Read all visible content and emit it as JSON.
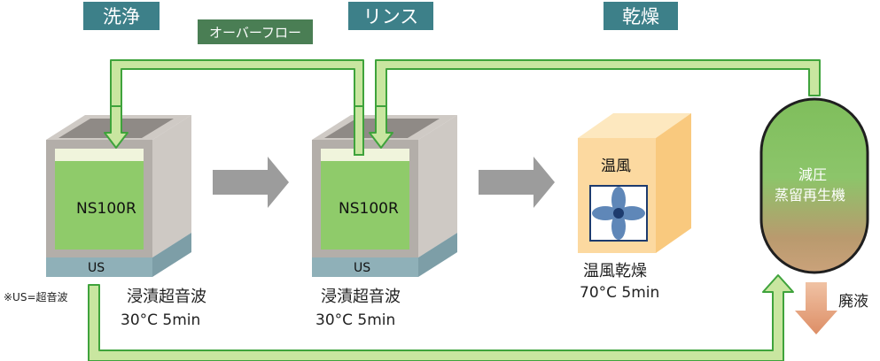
{
  "headers": {
    "wash": "洗浄",
    "rinse": "リンス",
    "dry": "乾燥"
  },
  "overflow_tag": "オーバーフロー",
  "tank1": {
    "liquid": "NS100R",
    "base": "US",
    "caption_line1": "浸漬超音波",
    "caption_line2": "30°C  5min"
  },
  "tank2": {
    "liquid": "NS100R",
    "base": "US",
    "caption_line1": "浸漬超音波",
    "caption_line2": "30°C  5min"
  },
  "dryer": {
    "box_label": "温風",
    "caption_line1": "温風乾燥",
    "caption_line2": "70°C  5min"
  },
  "recycler": {
    "line1": "減圧",
    "line2": "蒸留再生機"
  },
  "waste_label": "廃液",
  "footnote": "※US=超音波",
  "colors": {
    "header_teal": "#3d8089",
    "overflow_green": "#4a7e54",
    "pipe_fill": "#c9e6a0",
    "pipe_edge": "#3fa33c",
    "liquid_green": "#8fcb6a",
    "us_base": "#8fb0b8",
    "dryer_orange": "#fcd9a0",
    "fan_blue": "#5f87b8",
    "waste_arrow": "#e39a76",
    "flow_arrow_gray": "#9c9c9c"
  }
}
